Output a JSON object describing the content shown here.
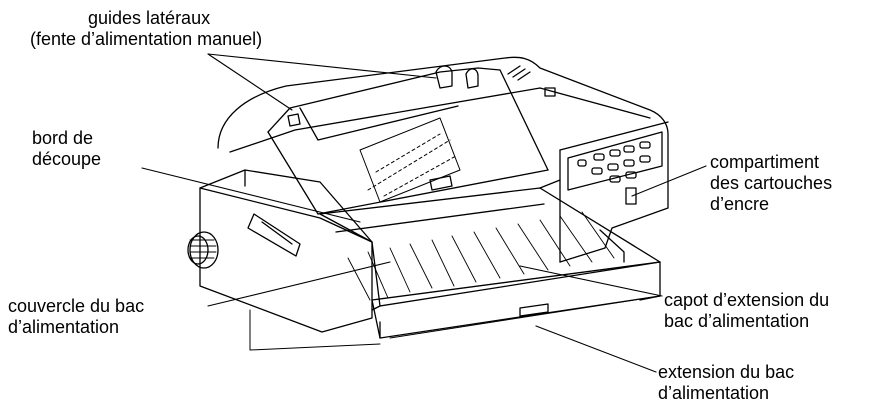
{
  "labels": {
    "side_guides": {
      "line1": "guides latéraux",
      "line2": "(fente d’alimentation manuel)"
    },
    "cutting_edge": {
      "line1": "bord de",
      "line2": "découpe"
    },
    "ink_compartment": {
      "line1": "compartiment",
      "line2": "des cartouches",
      "line3": "d’encre"
    },
    "tray_cover": {
      "line1": "couvercle du bac",
      "line2": "d’alimentation"
    },
    "tray_extension_cover": {
      "line1": "capot d’extension du",
      "line2": "bac d’alimentation"
    },
    "tray_extension": {
      "line1": "extension du bac",
      "line2": "d’alimentation"
    }
  },
  "colors": {
    "ink": "#000000",
    "paper": "#ffffff"
  }
}
